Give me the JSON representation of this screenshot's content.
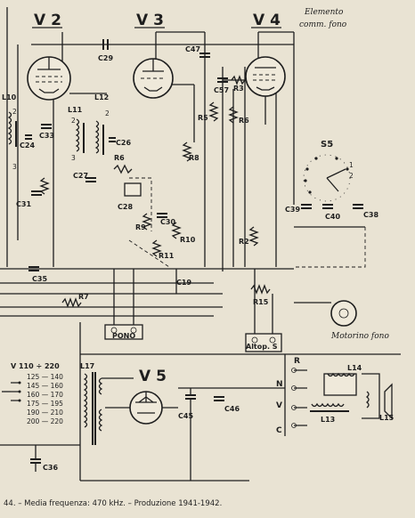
{
  "tubes": {
    "v2": "V 2",
    "v3": "V 3",
    "v4": "V 4",
    "v5": "V 5"
  },
  "header": {
    "element_line1": "Elemento",
    "element_line2": "comm. fono"
  },
  "switch": {
    "label": "S5",
    "positions": [
      "1",
      "2"
    ]
  },
  "capacitors": [
    "C29",
    "C47",
    "C57",
    "C33",
    "C24",
    "C26",
    "C27",
    "C31",
    "C28",
    "C30",
    "C35",
    "C39",
    "C40",
    "C38",
    "C45",
    "C46",
    "C36"
  ],
  "resistors": [
    "R3",
    "R5",
    "R6",
    "R8",
    "R9",
    "R10",
    "R11",
    "R2",
    "R7",
    "R15"
  ],
  "coils": [
    "L10",
    "L11",
    "L12",
    "L17",
    "L14",
    "L13",
    "L15"
  ],
  "connectors": {
    "pono": "PONO",
    "altop": "Altop. S",
    "motor": "Motorino fono"
  },
  "voltage_taps": [
    "V 110 ÷ 220",
    "125 — 140",
    "145 — 160",
    "160 — 170",
    "175 — 195",
    "190 — 210",
    "200 — 220"
  ],
  "terminals": [
    "R",
    "N",
    "V",
    "C"
  ],
  "caption": "44. – Media frequenza: 470 kHz. – Produzione 1941-1942."
}
